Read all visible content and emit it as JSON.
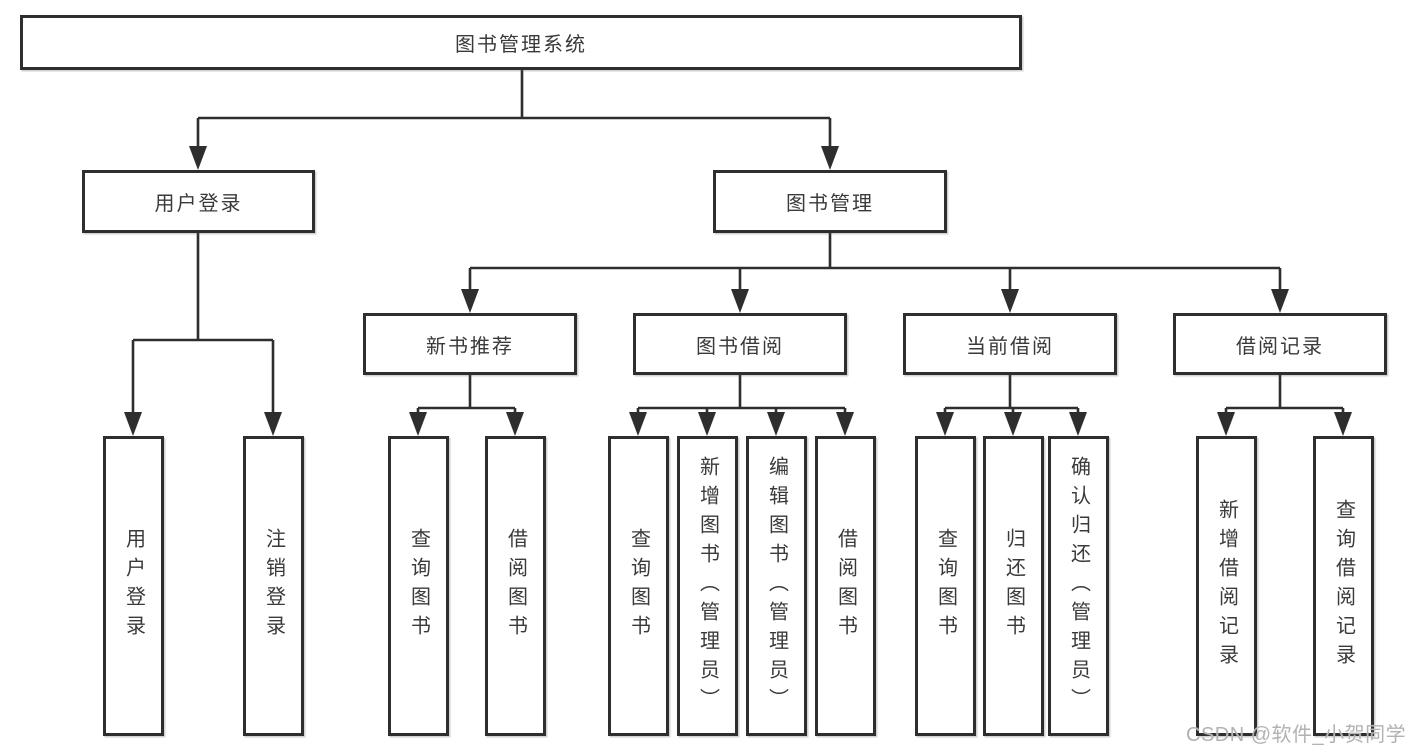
{
  "diagram": {
    "root": {
      "label": "图书管理系统"
    },
    "branches": [
      {
        "label": "用户登录",
        "children": [
          {
            "label": "用户登录"
          },
          {
            "label": "注销登录"
          }
        ]
      },
      {
        "label": "图书管理",
        "children": [
          {
            "label": "新书推荐",
            "children": [
              {
                "label": "查询图书"
              },
              {
                "label": "借阅图书"
              }
            ]
          },
          {
            "label": "图书借阅",
            "children": [
              {
                "label": "查询图书"
              },
              {
                "label": "新增图书（管理员）"
              },
              {
                "label": "编辑图书（管理员）"
              },
              {
                "label": "借阅图书"
              }
            ]
          },
          {
            "label": "当前借阅",
            "children": [
              {
                "label": "查询图书"
              },
              {
                "label": "归还图书"
              },
              {
                "label": "确认归还（管理员）"
              }
            ]
          },
          {
            "label": "借阅记录",
            "children": [
              {
                "label": "新增借阅记录"
              },
              {
                "label": "查询借阅记录"
              }
            ]
          }
        ]
      }
    ]
  },
  "watermark": "CSDN @软件_小贺同学",
  "colors": {
    "line": "#2e2e2e",
    "text": "#3a3a3a",
    "background": "#ffffff",
    "watermark": "#b0b3b6"
  }
}
